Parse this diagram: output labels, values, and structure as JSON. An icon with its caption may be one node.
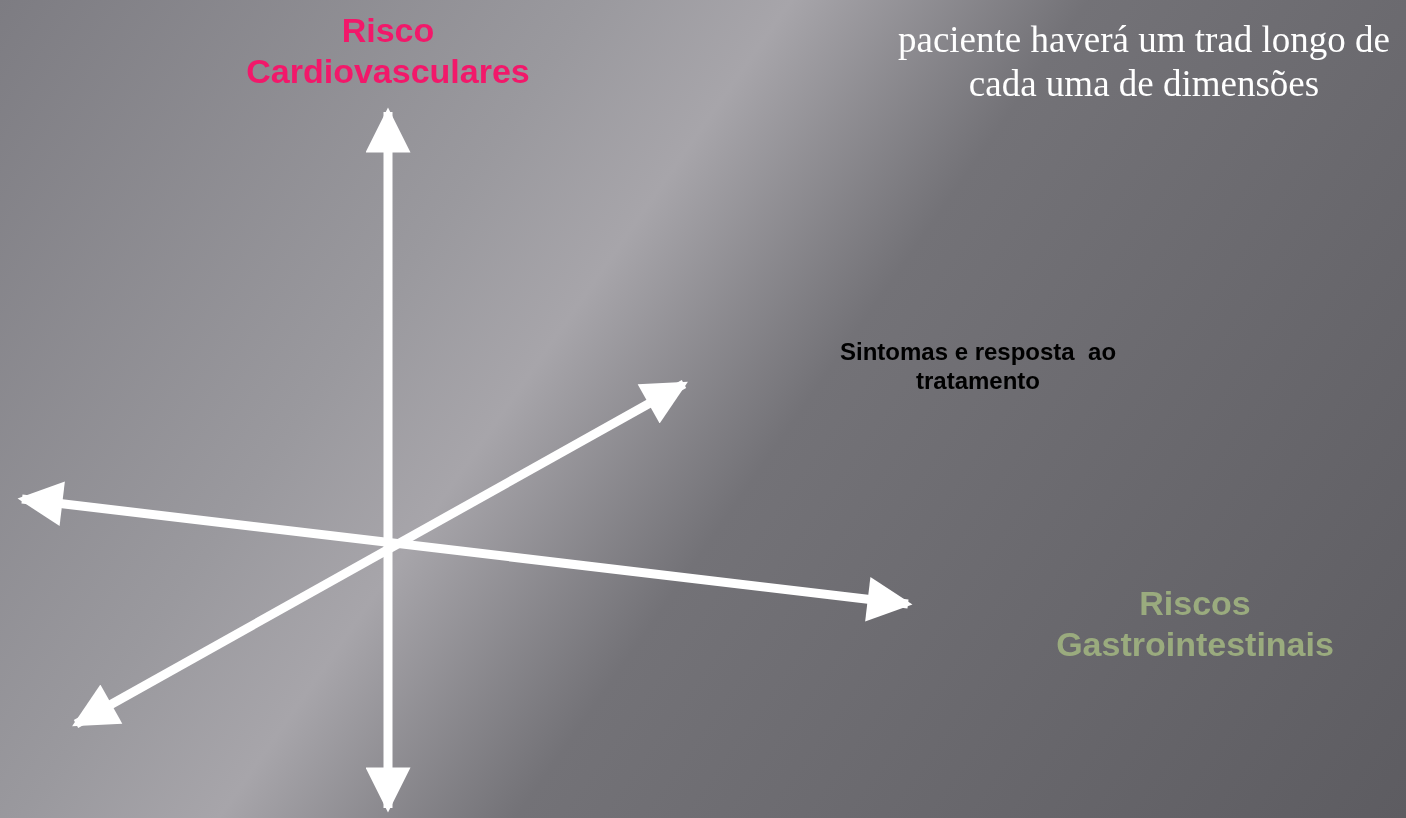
{
  "diagram": {
    "labels": [
      "Risco Cardiovasculares",
      "paciente haverá um trad longo de cada uma de dimensões",
      "Sintomas e resposta  ao tratamento",
      "Riscos Gastrointestinais"
    ]
  }
}
